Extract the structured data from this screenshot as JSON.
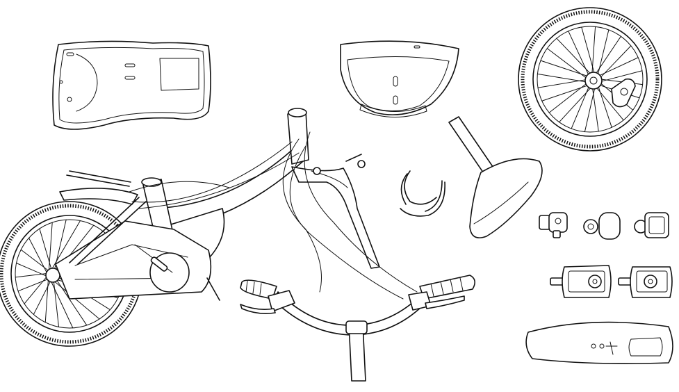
{
  "illustration": {
    "style": "black-and-white line art",
    "background": "#ffffff",
    "stroke": "#111111",
    "parts": [
      "frame-with-rear-wheel",
      "handlebar",
      "front-fork",
      "front-wheel",
      "seat",
      "chain-guard-cover",
      "rear-fender",
      "front-fender",
      "bell",
      "reflectors",
      "pedals",
      "brake-cable-clips"
    ]
  }
}
